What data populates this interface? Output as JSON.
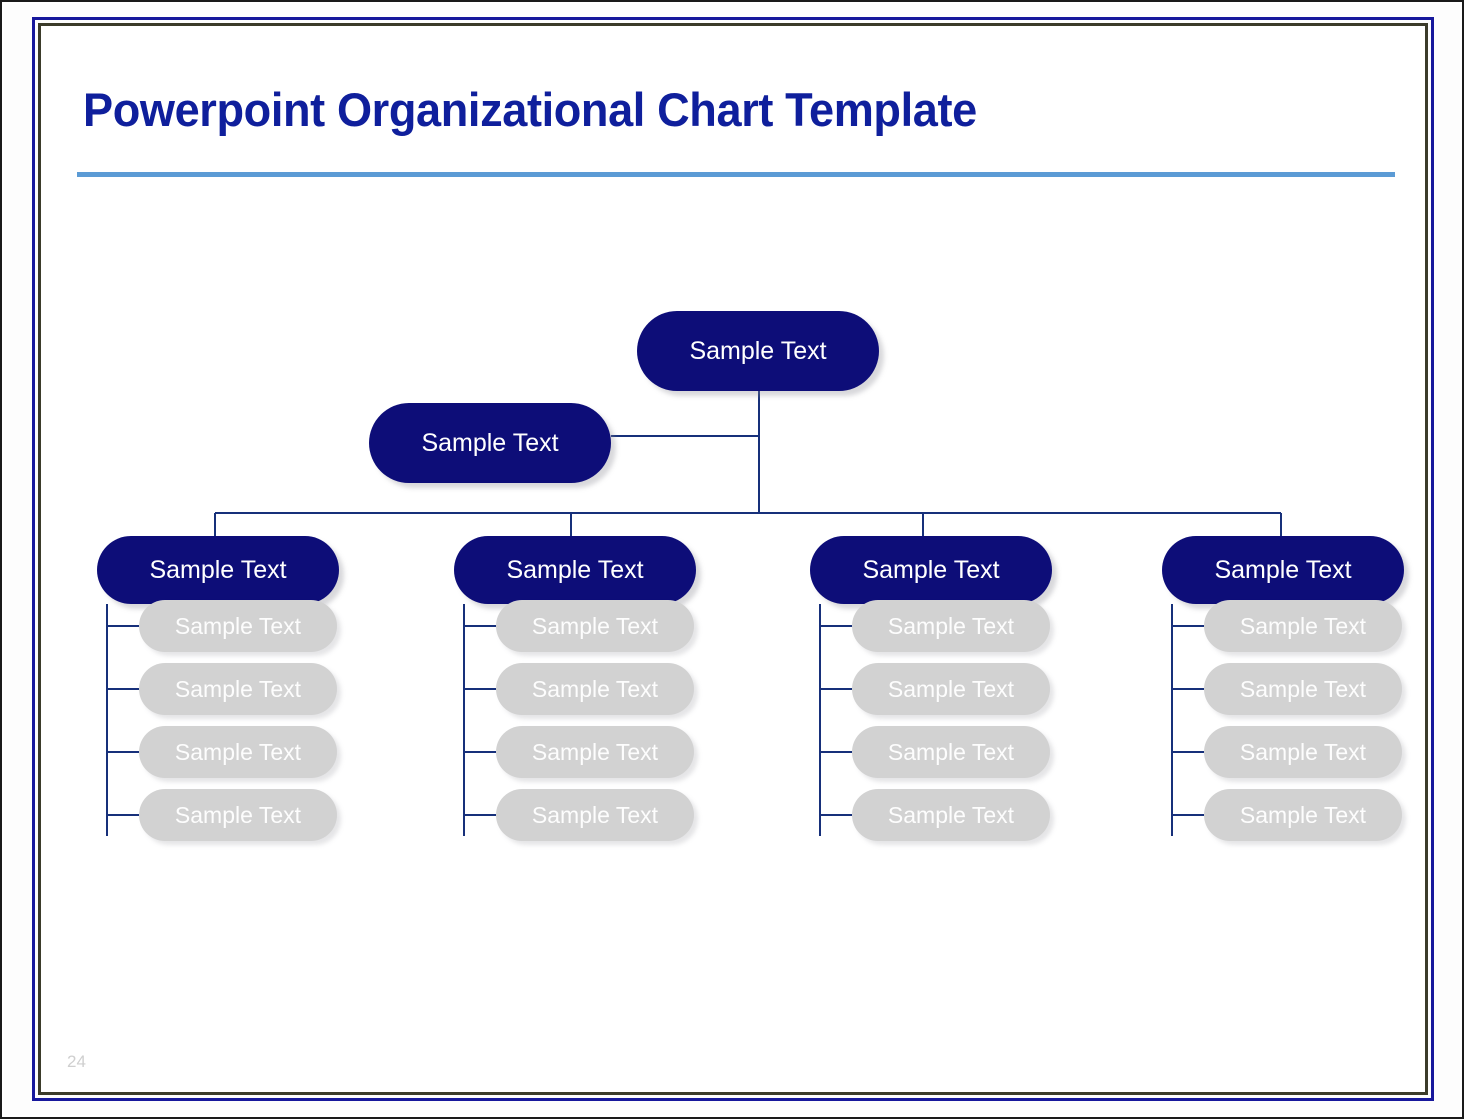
{
  "slide": {
    "title": "Powerpoint Organizational Chart Template",
    "page_number": "24",
    "colors": {
      "title_text": "#0f1f9c",
      "title_rule": "#5b9bd5",
      "node_primary_fill": "#0d0d78",
      "node_primary_text": "#ffffff",
      "node_sub_fill": "#d2d2d2",
      "node_sub_text": "#fdfdfd",
      "connector_line": "#17307a",
      "frame_navy": "#17189c",
      "frame_inner": "#3b3b2a",
      "page_number_text": "#cfcfcf"
    }
  },
  "chart_data": {
    "type": "diagram",
    "diagram_kind": "organizational-chart",
    "title": "Powerpoint Organizational Chart Template",
    "orientation": "top-down",
    "levels": 3,
    "root": {
      "label": "Sample Text",
      "style": "primary"
    },
    "assistant": {
      "label": "Sample Text",
      "style": "primary",
      "attached_to": "root",
      "side": "left"
    },
    "departments": [
      {
        "label": "Sample Text",
        "style": "primary",
        "children": [
          {
            "label": "Sample Text",
            "style": "sub"
          },
          {
            "label": "Sample Text",
            "style": "sub"
          },
          {
            "label": "Sample Text",
            "style": "sub"
          },
          {
            "label": "Sample Text",
            "style": "sub"
          }
        ]
      },
      {
        "label": "Sample Text",
        "style": "primary",
        "children": [
          {
            "label": "Sample Text",
            "style": "sub"
          },
          {
            "label": "Sample Text",
            "style": "sub"
          },
          {
            "label": "Sample Text",
            "style": "sub"
          },
          {
            "label": "Sample Text",
            "style": "sub"
          }
        ]
      },
      {
        "label": "Sample Text",
        "style": "primary",
        "children": [
          {
            "label": "Sample Text",
            "style": "sub"
          },
          {
            "label": "Sample Text",
            "style": "sub"
          },
          {
            "label": "Sample Text",
            "style": "sub"
          },
          {
            "label": "Sample Text",
            "style": "sub"
          }
        ]
      },
      {
        "label": "Sample Text",
        "style": "primary",
        "children": [
          {
            "label": "Sample Text",
            "style": "sub"
          },
          {
            "label": "Sample Text",
            "style": "sub"
          },
          {
            "label": "Sample Text",
            "style": "sub"
          },
          {
            "label": "Sample Text",
            "style": "sub"
          }
        ]
      }
    ]
  }
}
